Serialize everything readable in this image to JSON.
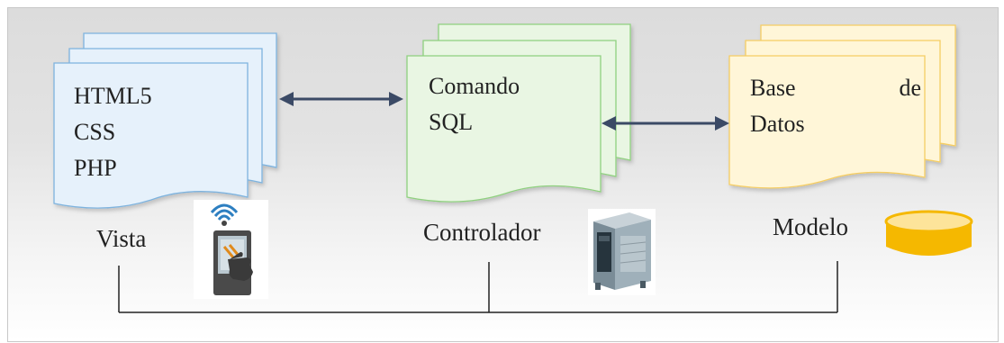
{
  "vista": {
    "doc_lines": [
      "HTML5",
      "CSS",
      "PHP"
    ],
    "label": "Vista",
    "fill": "#e6f1fb",
    "stroke": "#7eb3de"
  },
  "controlador": {
    "doc_lines": [
      "Comando",
      "SQL"
    ],
    "label": "Controlador",
    "fill": "#e9f6e3",
    "stroke": "#8fd07f"
  },
  "modelo": {
    "doc_line1_word1": "Base",
    "doc_line1_word2": "de",
    "doc_line2": "Datos",
    "label": "Modelo",
    "fill": "#fff6d8",
    "stroke": "#f5cd63"
  },
  "icons": {
    "vista": "touch-terminal-icon",
    "controlador": "server-cabinet-icon",
    "modelo": "database-cylinder-icon"
  },
  "colors": {
    "arrow": "#3b4a66",
    "line": "#222222",
    "database": "#f5b800"
  }
}
